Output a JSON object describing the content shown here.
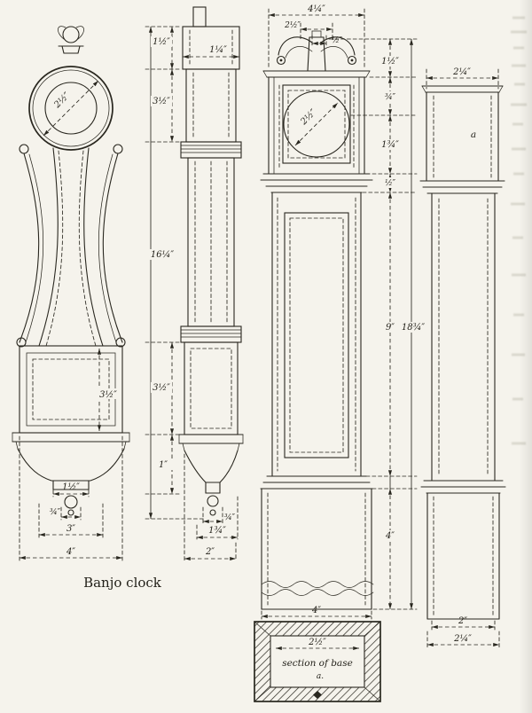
{
  "captions": {
    "banjo": "Banjo clock",
    "section": "section of base",
    "letter_a": "a",
    "letter_a_dot": "a."
  },
  "dims": {
    "banjo_front": {
      "dial": "2½″",
      "box_height": "3½″",
      "drop_block_width": "1½″",
      "drop_width": "¾″",
      "bracket_width": "3″",
      "base_width": "4″"
    },
    "banjo_side": {
      "top_height": "1½″",
      "head_height": "3½″",
      "overall_height": "16¼″",
      "box_height": "3½″",
      "base_height": "1″",
      "top_depth": "1¼″",
      "step_depth": "¾″",
      "bracket_depth": "1¾″",
      "base_depth": "2″"
    },
    "tall_front": {
      "hood_width": "4¼″",
      "pediment_width": "2½″",
      "pediment_rise": "½″",
      "pediment_height": "1½″",
      "cornice_height": "¾″",
      "hood_height": "1¾″",
      "hood_base_height": "½″",
      "dial": "2½″",
      "waist_height": "9″",
      "overall_height": "18¾″",
      "base_height": "4″",
      "base_width": "4″"
    },
    "tall_side": {
      "hood_depth": "2¼″",
      "waist_depth": "2″",
      "base_depth": "2¼″"
    },
    "section": {
      "inner_width": "2½″"
    }
  }
}
